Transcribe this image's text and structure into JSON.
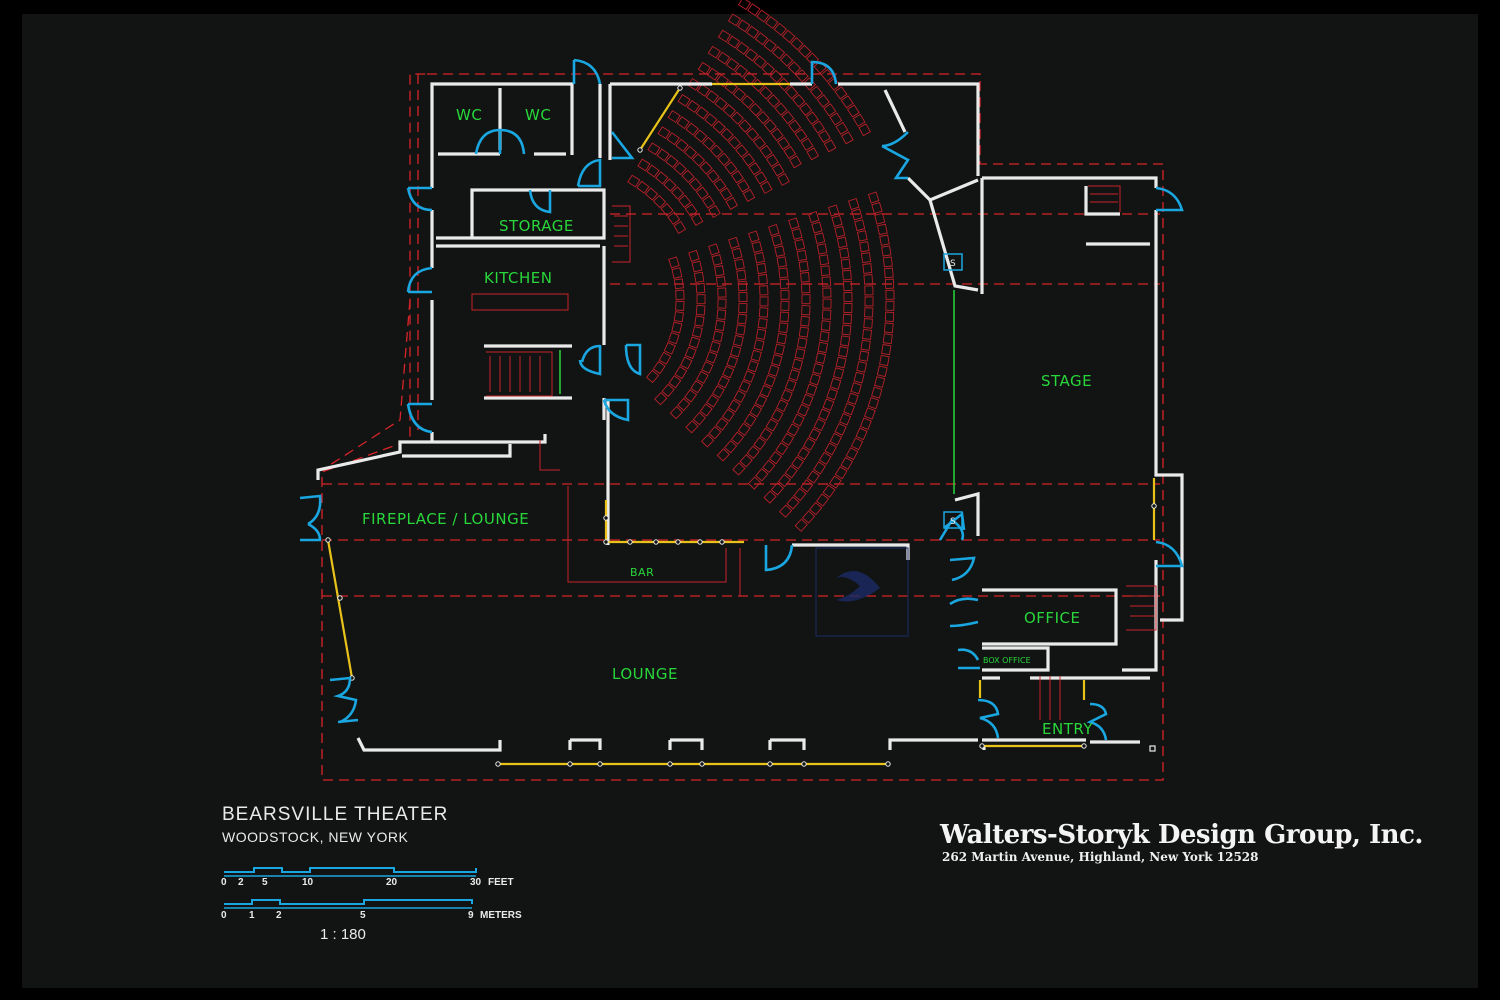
{
  "project": {
    "title": "BEARSVILLE THEATER",
    "location": "WOODSTOCK, NEW YORK"
  },
  "firm": {
    "name": "Walters-Storyk Design Group, Inc.",
    "address": "262 Martin Avenue, Highland, New York  12528"
  },
  "scale": {
    "feet_ticks": [
      "0",
      "2",
      "5",
      "10",
      "20",
      "30"
    ],
    "feet_unit": "FEET",
    "meter_ticks": [
      "0",
      "1",
      "2",
      "5",
      "9"
    ],
    "meter_unit": "METERS",
    "ratio": "1 : 180"
  },
  "rooms": {
    "wc1": "WC",
    "wc2": "WC",
    "storage": "STORAGE",
    "kitchen": "KITCHEN",
    "stage": "STAGE",
    "fireplace_lounge": "FIREPLACE / LOUNGE",
    "bar": "BAR",
    "lounge": "LOUNGE",
    "office": "OFFICE",
    "box_office": "BOX OFFICE",
    "entry": "ENTRY",
    "stair_s1": "S",
    "stair_s2": "S"
  },
  "colors": {
    "wall": "#eaeaea",
    "door": "#1aa6e0",
    "glazing": "#e8c21a",
    "dashed": "#d8242a",
    "label": "#29d63b",
    "background": "#111412"
  }
}
